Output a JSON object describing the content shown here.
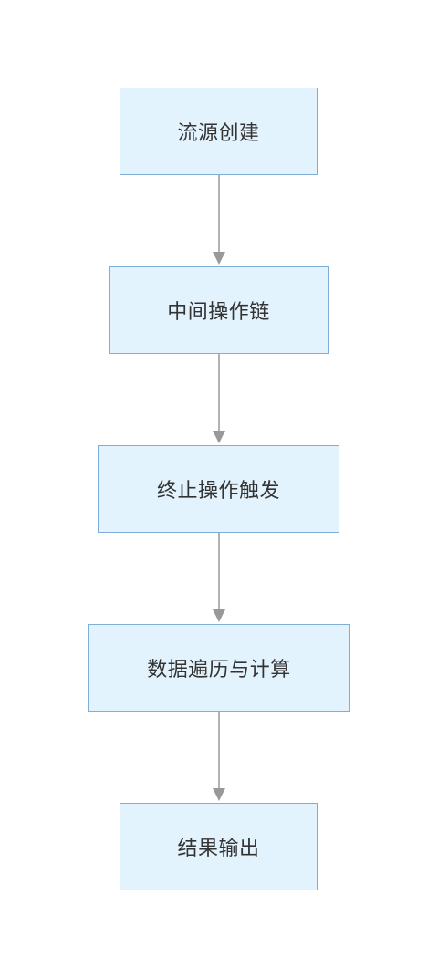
{
  "flowchart": {
    "nodes": [
      {
        "id": "n1",
        "label": "流源创建"
      },
      {
        "id": "n2",
        "label": "中间操作链"
      },
      {
        "id": "n3",
        "label": "终止操作触发"
      },
      {
        "id": "n4",
        "label": "数据遍历与计算"
      },
      {
        "id": "n5",
        "label": "结果输出"
      }
    ],
    "edges": [
      {
        "from": "n1",
        "to": "n2"
      },
      {
        "from": "n2",
        "to": "n3"
      },
      {
        "from": "n3",
        "to": "n4"
      },
      {
        "from": "n4",
        "to": "n5"
      }
    ],
    "colors": {
      "node_fill": "#e3f3fd",
      "node_border": "#7faedb",
      "edge": "#999999",
      "text": "#333333"
    }
  }
}
